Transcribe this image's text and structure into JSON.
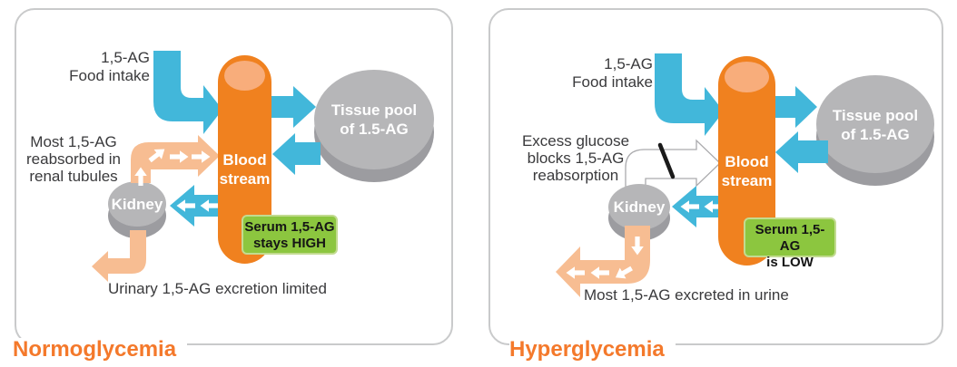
{
  "colors": {
    "blue": "#42B7DA",
    "orange": "#F0811F",
    "orange_light": "#F8AD7B",
    "peach": "#F7BD92",
    "gray_disc": "#B6B6B8",
    "gray_disc_rim": "#9C9CA0",
    "green": "#8CC63F",
    "green_border": "#C2DB90",
    "title_orange": "#F4792B",
    "text": "#3A3A3C",
    "panel_border": "#C9CACB",
    "block_slash": "#1A1A1A"
  },
  "panels": [
    {
      "title": "Normoglycemia",
      "food_intake_label": "1,5-AG\nFood intake",
      "blood_stream_label": "Blood\nstream",
      "tissue_pool_label": "Tissue pool\nof 1.5-AG",
      "kidney_label": "Kidney",
      "side_note": "Most 1,5-AG\nreabsorbed in\nrenal tubules",
      "serum_label": "Serum 1,5-AG\nstays HIGH",
      "bottom_note": "Urinary 1,5-AG excretion limited"
    },
    {
      "title": "Hyperglycemia",
      "food_intake_label": "1,5-AG\nFood intake",
      "blood_stream_label": "Blood\nstream",
      "tissue_pool_label": "Tissue pool\nof 1.5-AG",
      "kidney_label": "Kidney",
      "side_note": "Excess glucose\nblocks 1,5-AG\nreabsorption",
      "serum_label": "Serum 1,5-AG\nis LOW",
      "bottom_note": "Most 1,5-AG excreted in urine"
    }
  ]
}
